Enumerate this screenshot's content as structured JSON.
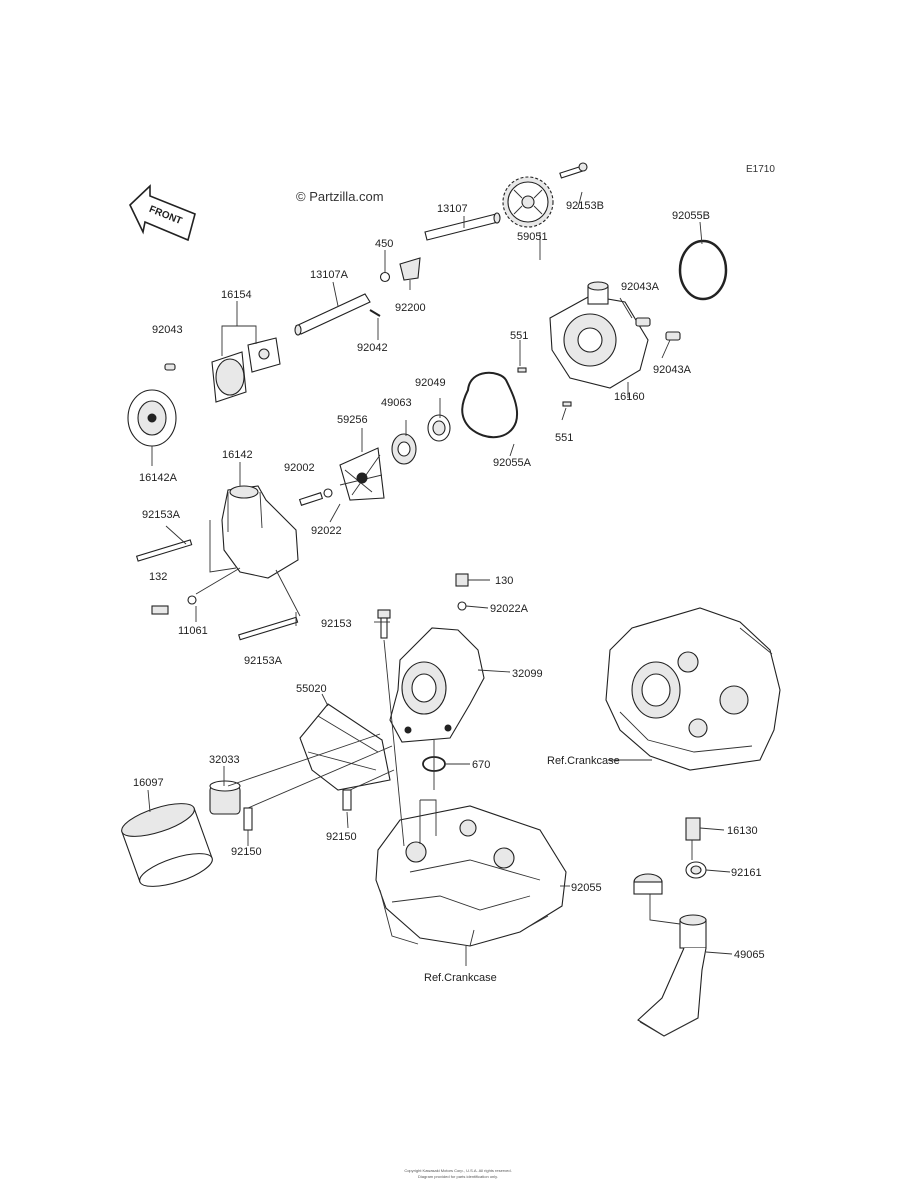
{
  "diagram_code": "E1710",
  "watermark": "© Partzilla.com",
  "front_label": "FRONT",
  "footer_line1": "Copyright Kawasaki Motors Corp., U.S.A. All rights reserved.",
  "footer_line2": "Diagram provided for parts identification only.",
  "part_labels": [
    {
      "id": "92153B",
      "text": "92153B"
    },
    {
      "id": "92055B",
      "text": "92055B"
    },
    {
      "id": "13107",
      "text": "13107"
    },
    {
      "id": "450",
      "text": "450"
    },
    {
      "id": "13107A",
      "text": "13107A"
    },
    {
      "id": "92200",
      "text": "92200"
    },
    {
      "id": "16154",
      "text": "16154"
    },
    {
      "id": "59051",
      "text": "59051"
    },
    {
      "id": "92043",
      "text": "92043"
    },
    {
      "id": "92042",
      "text": "92042"
    },
    {
      "id": "92043A-top",
      "text": "92043A"
    },
    {
      "id": "551-top",
      "text": "551"
    },
    {
      "id": "92043A-right",
      "text": "92043A"
    },
    {
      "id": "92049",
      "text": "92049"
    },
    {
      "id": "49063",
      "text": "49063"
    },
    {
      "id": "59256",
      "text": "59256"
    },
    {
      "id": "16160",
      "text": "16160"
    },
    {
      "id": "16142A",
      "text": "16142A"
    },
    {
      "id": "16142",
      "text": "16142"
    },
    {
      "id": "92002",
      "text": "92002"
    },
    {
      "id": "551-bottom",
      "text": "551"
    },
    {
      "id": "92055A",
      "text": "92055A"
    },
    {
      "id": "92153A-top",
      "text": "92153A"
    },
    {
      "id": "92022",
      "text": "92022"
    },
    {
      "id": "132",
      "text": "132"
    },
    {
      "id": "130",
      "text": "130"
    },
    {
      "id": "11061",
      "text": "11061"
    },
    {
      "id": "92022A",
      "text": "92022A"
    },
    {
      "id": "92153",
      "text": "92153"
    },
    {
      "id": "92153A-bottom",
      "text": "92153A"
    },
    {
      "id": "32099",
      "text": "32099"
    },
    {
      "id": "55020",
      "text": "55020"
    },
    {
      "id": "670",
      "text": "670"
    },
    {
      "id": "32033",
      "text": "32033"
    },
    {
      "id": "16097",
      "text": "16097"
    },
    {
      "id": "16130",
      "text": "16130"
    },
    {
      "id": "92150-left",
      "text": "92150"
    },
    {
      "id": "92150-mid",
      "text": "92150"
    },
    {
      "id": "92161",
      "text": "92161"
    },
    {
      "id": "92055",
      "text": "92055"
    },
    {
      "id": "49065",
      "text": "49065"
    }
  ],
  "ref_labels": [
    {
      "id": "crankcase-right",
      "text": "Ref.Crankcase"
    },
    {
      "id": "crankcase-bottom",
      "text": "Ref.Crankcase"
    }
  ]
}
